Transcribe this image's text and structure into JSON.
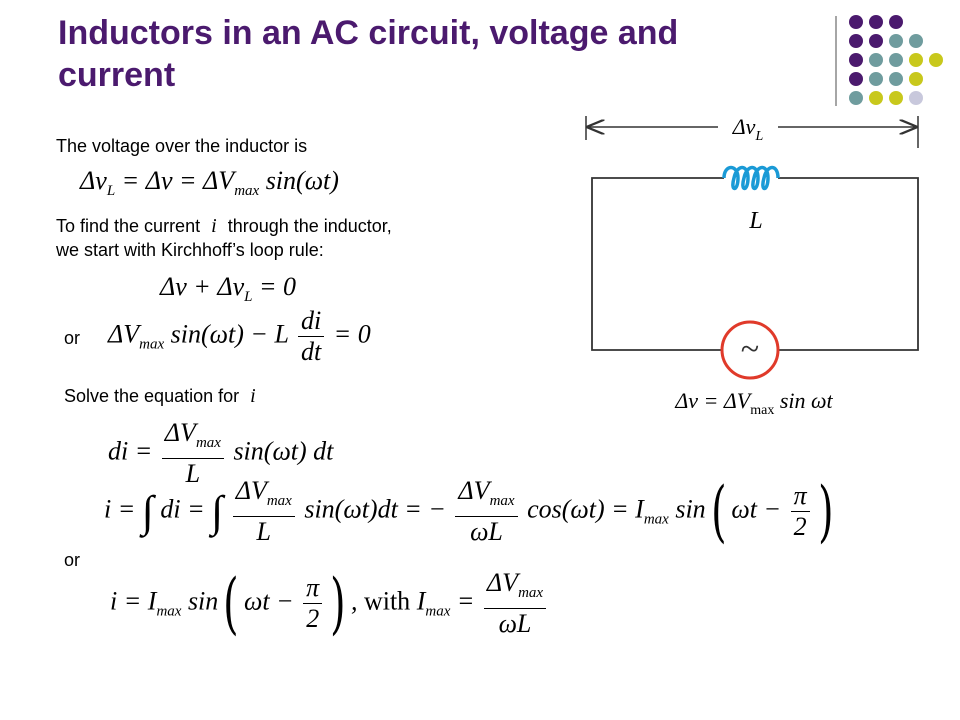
{
  "title": "Inductors in an AC circuit, voltage and current",
  "body": {
    "line1": "The voltage over the inductor is",
    "line2a": "To find the current",
    "line2_var": "i",
    "line2b": "through the inductor,",
    "line3": "we start with Kirchhoff’s loop rule:",
    "or1": "or",
    "solve": "Solve the equation for",
    "solve_var": "i",
    "or2": "or"
  },
  "circuit": {
    "top_label": "Δv",
    "top_label_sub": "L",
    "inductor_label": "L",
    "source_symbol": "~",
    "bottom_label": "Δv = ΔV",
    "bottom_label_sub": "max",
    "bottom_label_tail": " sin ωt"
  },
  "colors": {
    "title": "#4b1a6e",
    "purple": "#4b1a6e",
    "teal": "#6f9c9e",
    "olive": "#c8c81c",
    "lavender": "#c8c8dc",
    "inductor": "#1a9ad6",
    "source": "#e03a2a"
  }
}
